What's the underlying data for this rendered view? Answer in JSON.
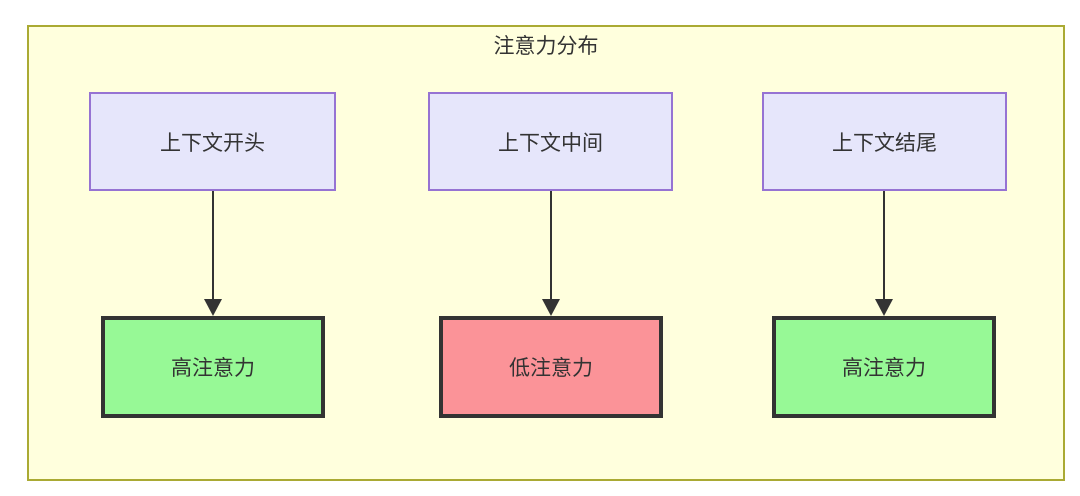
{
  "diagram": {
    "title": "注意力分布",
    "frame": {
      "fill": "#ffffdd",
      "border": "#aaaa33"
    },
    "nodes_top": [
      {
        "id": "ctx-start",
        "label": "上下文开头",
        "fill": "#e6e6fb",
        "border": "#9673d3"
      },
      {
        "id": "ctx-middle",
        "label": "上下文中间",
        "fill": "#e6e6fb",
        "border": "#9673d3"
      },
      {
        "id": "ctx-end",
        "label": "上下文结尾",
        "fill": "#e6e6fb",
        "border": "#9673d3"
      }
    ],
    "nodes_bottom": [
      {
        "id": "attn-high-1",
        "label": "高注意力",
        "fill": "#97f996",
        "border": "#333333"
      },
      {
        "id": "attn-low",
        "label": "低注意力",
        "fill": "#fb9398",
        "border": "#333333"
      },
      {
        "id": "attn-high-2",
        "label": "高注意力",
        "fill": "#97f996",
        "border": "#333333"
      }
    ],
    "edges": [
      {
        "from": "ctx-start",
        "to": "attn-high-1",
        "label": "",
        "arrow": "down"
      },
      {
        "from": "ctx-middle",
        "to": "attn-low",
        "label": "",
        "arrow": "down"
      },
      {
        "from": "ctx-end",
        "to": "attn-high-2",
        "label": "",
        "arrow": "down"
      }
    ]
  }
}
